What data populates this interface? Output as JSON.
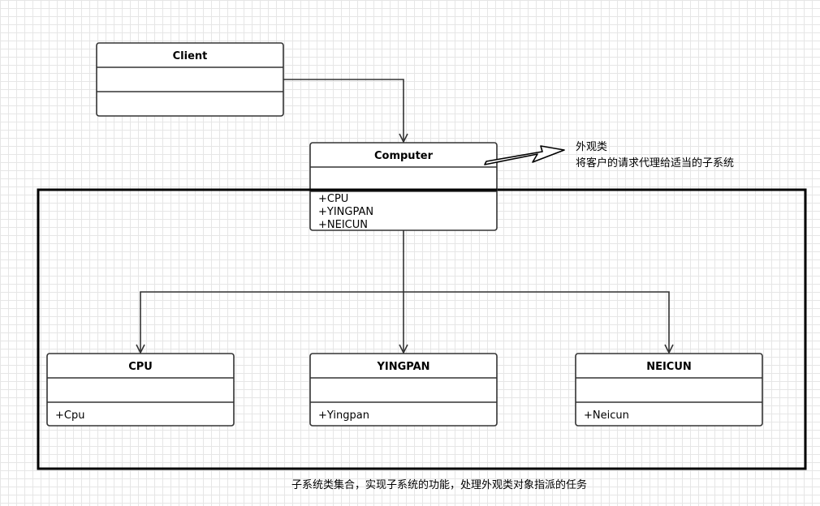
{
  "classes": {
    "client": {
      "name": "Client",
      "members": []
    },
    "computer": {
      "name": "Computer",
      "members": [
        "+CPU",
        "+YINGPAN",
        "+NEICUN"
      ]
    },
    "cpu": {
      "name": "CPU",
      "members": [
        "+Cpu"
      ]
    },
    "yingpan": {
      "name": "YINGPAN",
      "members": [
        "+Yingpan"
      ]
    },
    "neicun": {
      "name": "NEICUN",
      "members": [
        "+Neicun"
      ]
    }
  },
  "notes": {
    "facade_title": "外观类",
    "facade_desc": "将客户的请求代理给适当的子系统",
    "subsystem_desc": "子系统类集合，实现子系统的功能，处理外观类对象指派的任务"
  },
  "colors": {
    "stroke": "#333333",
    "text": "#000000",
    "grid": "#e6e6e6",
    "background": "#ffffff"
  }
}
